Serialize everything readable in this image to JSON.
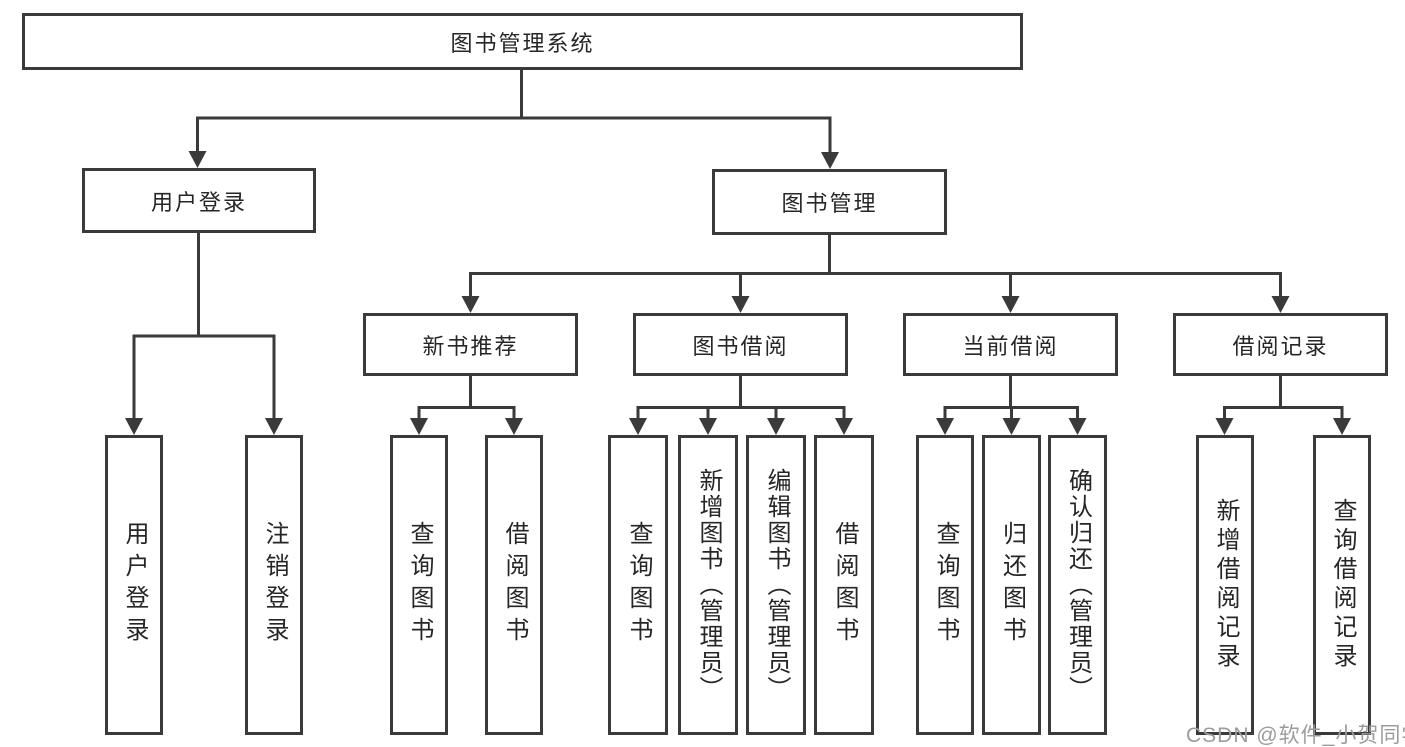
{
  "tree": {
    "root": {
      "label": "图书管理系统"
    },
    "level2": [
      {
        "label": "用户登录"
      },
      {
        "label": "图书管理"
      }
    ],
    "level3": [
      {
        "label": "新书推荐"
      },
      {
        "label": "图书借阅"
      },
      {
        "label": "当前借阅"
      },
      {
        "label": "借阅记录"
      }
    ],
    "leaves": {
      "user_login": [
        {
          "label": "用户登录"
        },
        {
          "label": "注销登录"
        }
      ],
      "new_book": [
        {
          "label": "查询图书"
        },
        {
          "label": "借阅图书"
        }
      ],
      "book_borrowing": [
        {
          "label": "查询图书"
        },
        {
          "label": "新增图书（管理员）"
        },
        {
          "label": "编辑图书（管理员）"
        },
        {
          "label": "借阅图书"
        }
      ],
      "current_borrowing": [
        {
          "label": "查询图书"
        },
        {
          "label": "归还图书"
        },
        {
          "label": "确认归还（管理员）"
        }
      ],
      "borrowing_records": [
        {
          "label": "新增借阅记录"
        },
        {
          "label": "查询借阅记录"
        }
      ]
    }
  },
  "watermark": {
    "text": "CSDN @软件_小贺同学"
  },
  "colors": {
    "line": "#3a3a3a",
    "text": "#262626",
    "box_fill": "#ffffff",
    "watermark": "#9c9c9c",
    "background": "#ffffff"
  }
}
